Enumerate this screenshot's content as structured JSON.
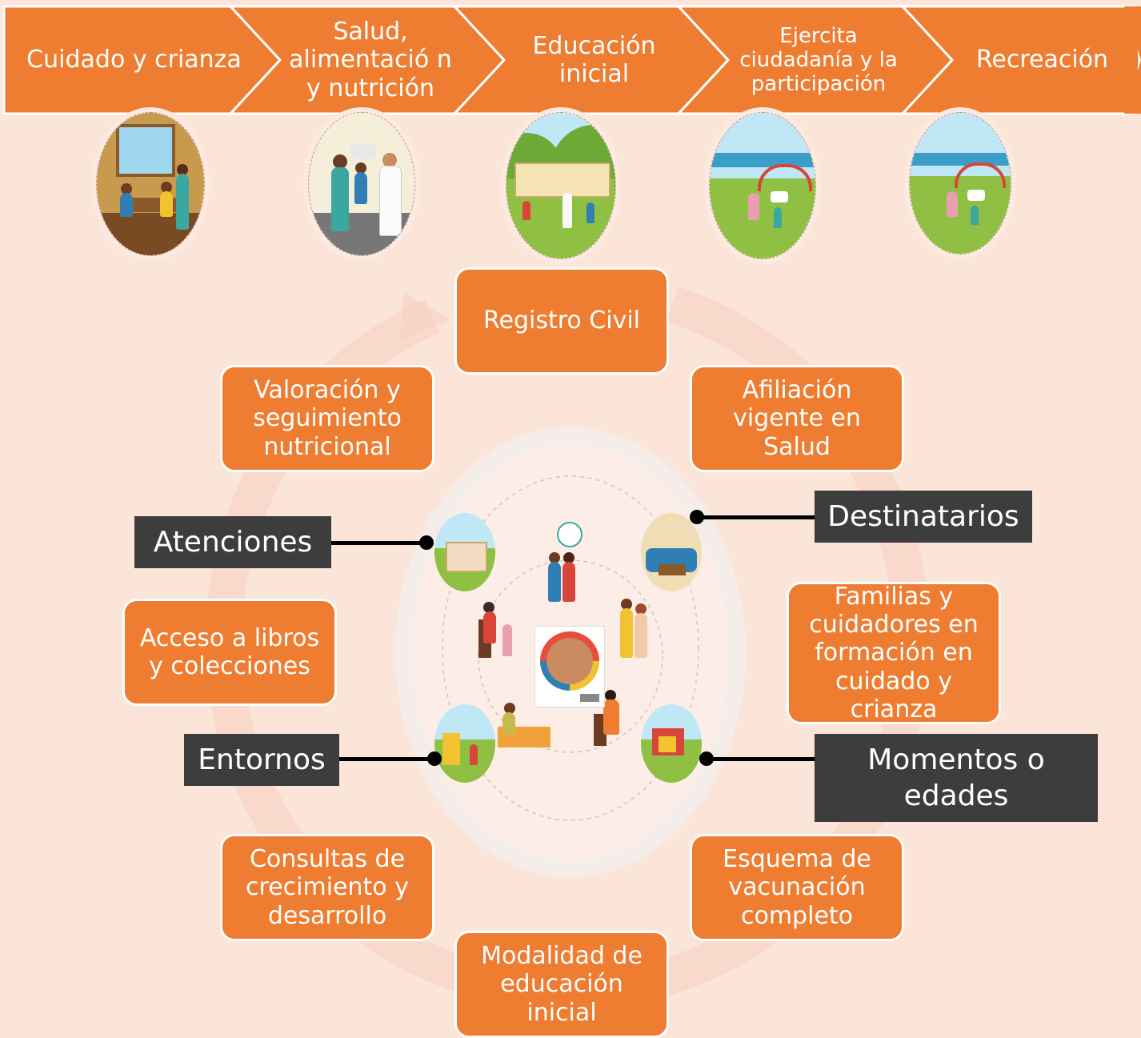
{
  "chevrons": [
    {
      "label": "Cuidado y crianza"
    },
    {
      "label": "Salud, alimentació n y nutrición"
    },
    {
      "label": "Educación inicial"
    },
    {
      "label": "Ejercita ciudadanía y la participación"
    },
    {
      "label": "Recreación"
    }
  ],
  "illustrations": [
    {
      "icon": "family-kitchen-illustration"
    },
    {
      "icon": "doctor-visit-illustration"
    },
    {
      "icon": "school-playground-illustration"
    },
    {
      "icon": "park-community-illustration"
    },
    {
      "icon": "park-recreation-illustration"
    }
  ],
  "cycle_boxes": {
    "registro": "Registro Civil",
    "afiliacion": "Afiliación vigente en Salud",
    "familias": "Familias y cuidadores en formación en cuidado y crianza",
    "esquema": "Esquema de vacunación completo",
    "modalidad": "Modalidad de educación inicial",
    "consultas": "Consultas de crecimiento y desarrollo",
    "acceso": "Acceso a libros y colecciones",
    "valoracion": "Valoración y seguimiento nutricional"
  },
  "labels": {
    "atenciones": "Atenciones",
    "destinatarios": "Destinatarios",
    "entornos": "Entornos",
    "momentos": "Momentos o edades"
  },
  "colors": {
    "accent": "#ee7d32",
    "background": "#fbe5d9",
    "label_bg": "#3d3d3d",
    "cycle_arrow": "#f7cfc0"
  }
}
